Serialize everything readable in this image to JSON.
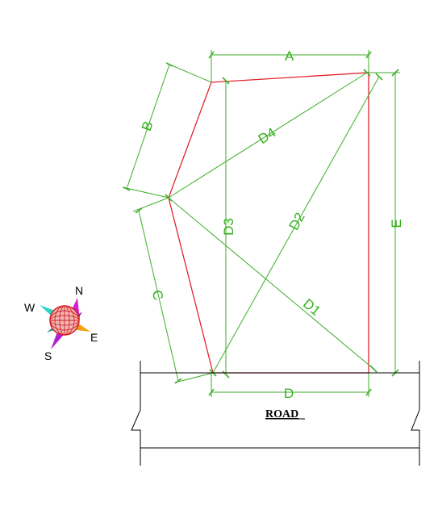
{
  "diagram": {
    "dimension_labels": {
      "a": "A",
      "b": "B",
      "c": "C",
      "d": "D",
      "e": "E",
      "d1": "D1",
      "d2": "D2",
      "d3": "D3",
      "d4": "D4"
    },
    "road_label": "ROAD",
    "compass": {
      "n": "N",
      "s": "S",
      "e": "E",
      "w": "W"
    },
    "colors": {
      "plot_boundary": "#e0252c",
      "dimension_lines": "#3fae2a",
      "road": "#000000"
    }
  }
}
